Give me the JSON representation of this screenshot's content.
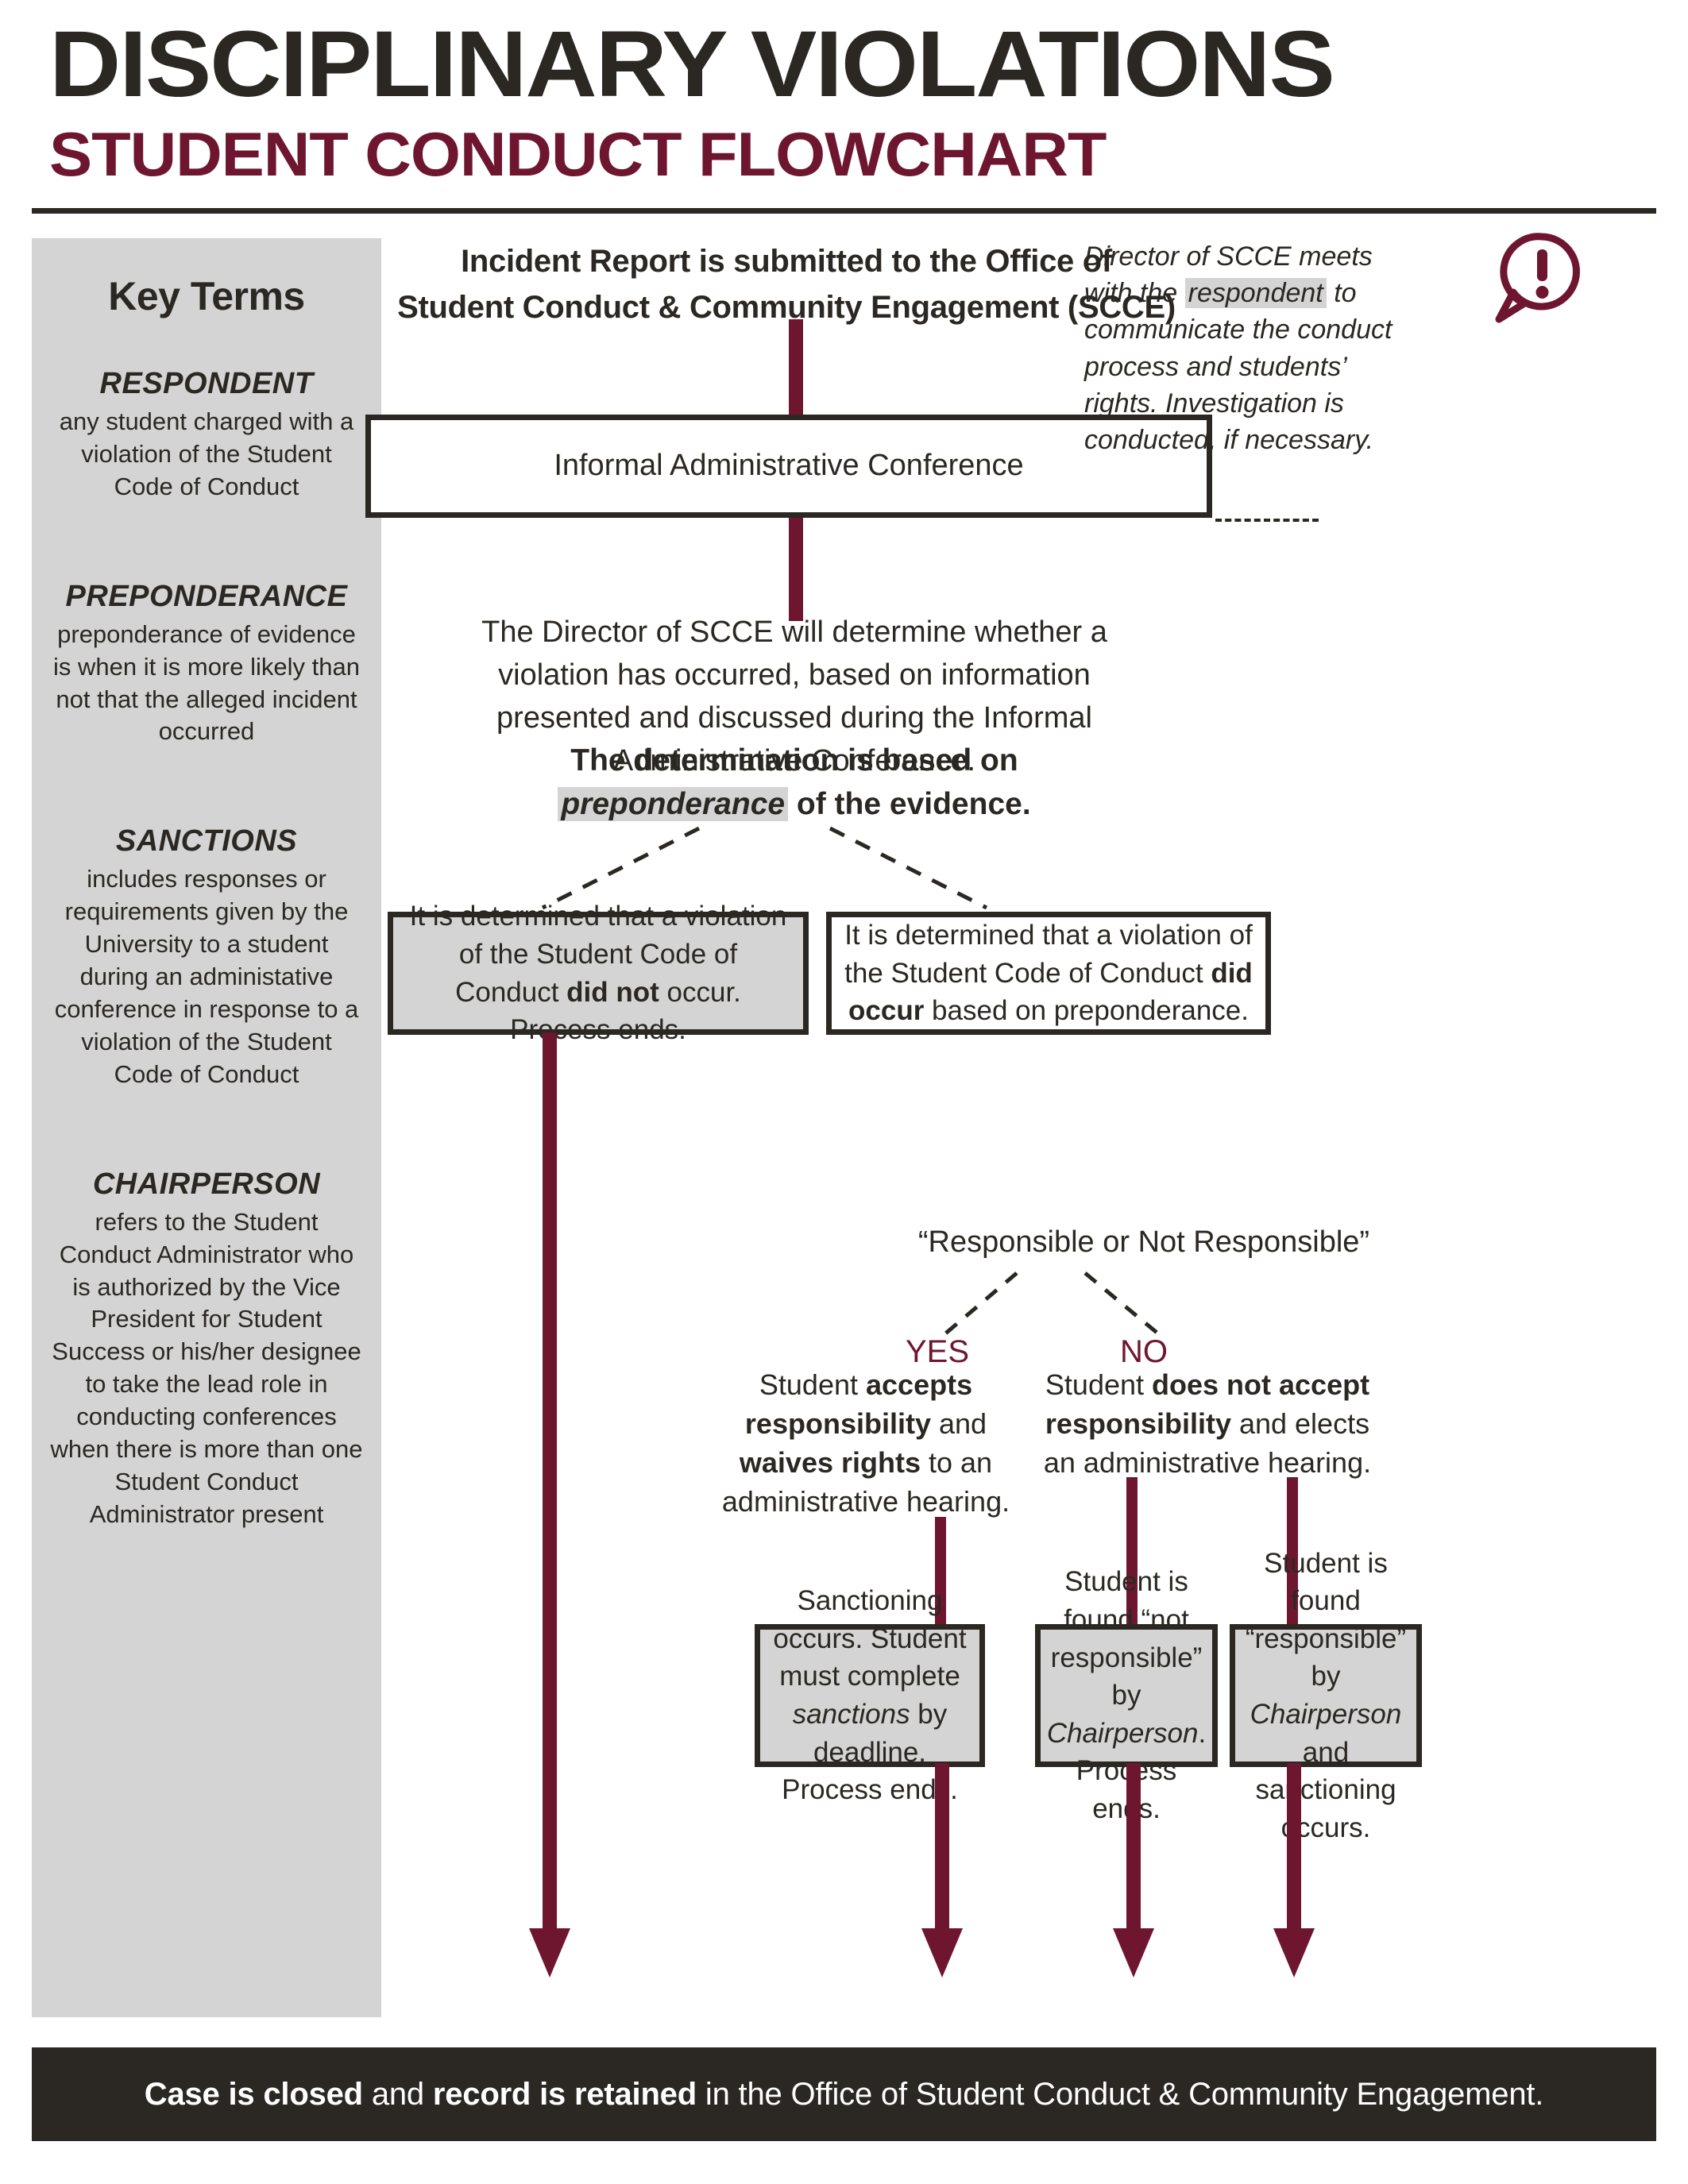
{
  "header": {
    "title": "DISCIPLINARY VIOLATIONS",
    "subtitle": "STUDENT CONDUCT FLOWCHART"
  },
  "colors": {
    "maroon": "#6e1630",
    "dark": "#2b2823",
    "gray_fill": "#d4d4d4",
    "white": "#ffffff"
  },
  "sidebar": {
    "heading": "Key Terms",
    "terms": [
      {
        "name": "RESPONDENT",
        "definition": "any student charged with a violation of the Student Code of Conduct"
      },
      {
        "name": "PREPONDERANCE",
        "definition": "preponderance of evidence is when it is more likely than not that the alleged incident occurred"
      },
      {
        "name": "SANCTIONS",
        "definition": "includes responses or requirements given by the University to a student during an administative conference in response to a violation of the Student Code of Conduct"
      },
      {
        "name": "CHAIRPERSON",
        "definition": "refers to the Student Conduct Administrator who is authorized by the Vice President for Student Success or his/her designee to take the lead role in conducting conferences when there is more than one Student Conduct Administrator present"
      }
    ]
  },
  "flow": {
    "incident_line1": "Incident Report is submitted to the Office of",
    "incident_line2": "Student Conduct & Community Engagement  (SCCE)",
    "alert_icon": "exclamation-speech-bubble-icon",
    "informal_conference_box": "Informal Administrative Conference",
    "director_note": {
      "part1": "Director of SCCE meets with the ",
      "highlight": "respondent",
      "part2": " to communicate the conduct process and students’ rights.  Investigation is conducted, if necessary."
    },
    "director_determines": "The Director of SCCE will determine whether a violation has occurred, based on information presented and discussed during the Informal Administrative Conference.",
    "determination_based": {
      "part1": "The determination is based on ",
      "highlight": "preponderance",
      "part2": " of the evidence."
    },
    "outcome_left": {
      "part1": "It is determined that a violation of the Student Code of Conduct ",
      "bold": "did not",
      "part2": " occur. Process ends."
    },
    "outcome_right": {
      "part1": "It is determined that a violation of the Student Code of Conduct ",
      "bold": "did occur",
      "part2": " based on preponderance."
    },
    "responsible_label": "“Responsible or Not Responsible”",
    "yes_label": "YES",
    "no_label": "NO",
    "yes_branch": {
      "p1": "Student ",
      "b1": "accepts responsibility",
      "p2": " and ",
      "b2": "waives rights",
      "p3": " to an administrative hearing."
    },
    "no_branch": {
      "p1": "Student ",
      "b1": "does not accept responsibility",
      "p2": " and elects an administrative hearing."
    },
    "result_sanctioning": {
      "p1": "Sanctioning occurs. Student must complete ",
      "i1": "sanctions",
      "p2": " by deadline. Process ends."
    },
    "result_not_responsible": {
      "p1": "Student is found “not responsible” by ",
      "i1": "Chairperson",
      "p2": ". Process ends."
    },
    "result_responsible": {
      "p1": "Student is found “responsible” by ",
      "i1": "Chairperson",
      "p2": " and sanctioning occurs."
    }
  },
  "footer": {
    "b1": "Case is closed",
    "p1": " and ",
    "b2": "record is retained",
    "p2": " in the Office of Student Conduct & Community Engagement."
  }
}
